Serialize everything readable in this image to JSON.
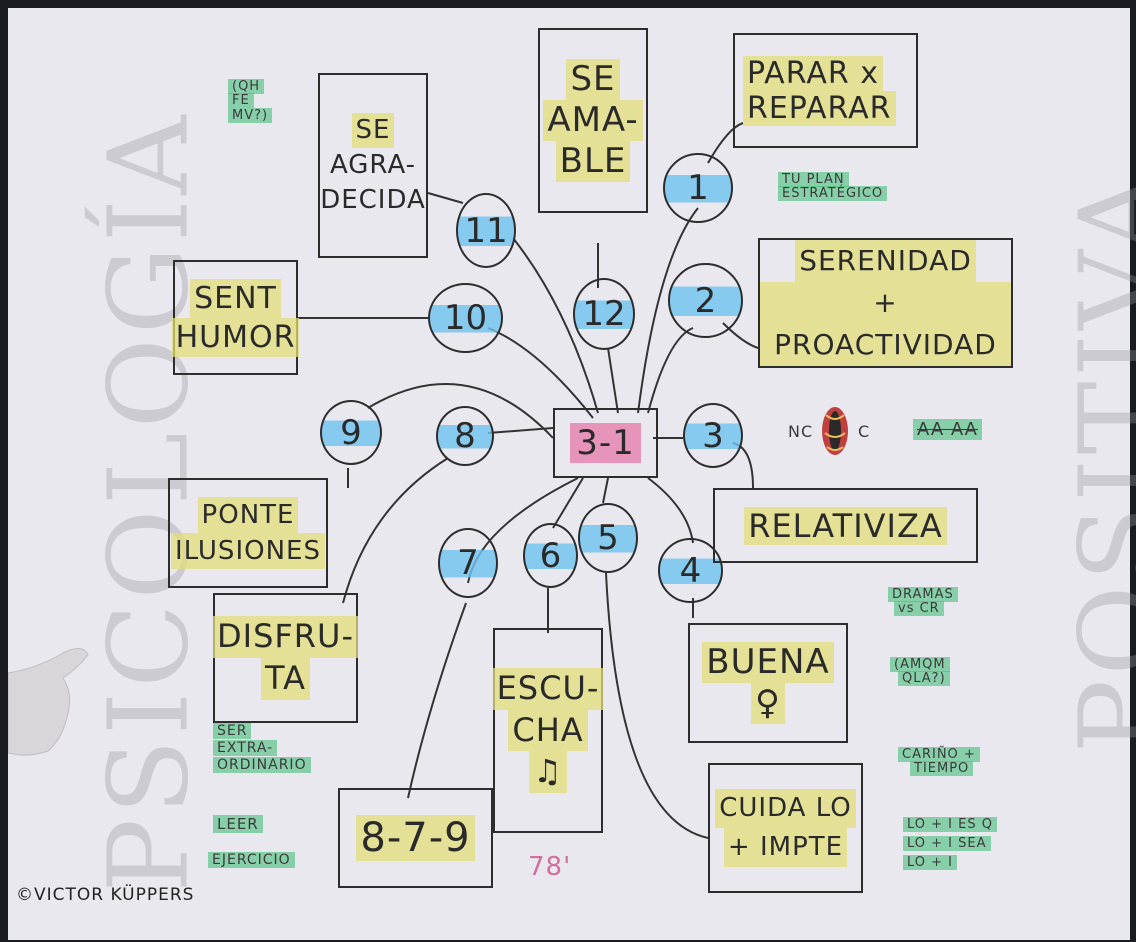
{
  "watermark": {
    "left": "PSICOLOGÍA",
    "right": "POSITIVA"
  },
  "center": {
    "label": "3-1"
  },
  "numbers": [
    "1",
    "2",
    "3",
    "4",
    "5",
    "6",
    "7",
    "8",
    "9",
    "10",
    "11",
    "12"
  ],
  "boxes": {
    "parar": [
      "PARAR x",
      "REPARAR"
    ],
    "se_amable": [
      "SE",
      "AMA-",
      "BLE"
    ],
    "agradecida": [
      "SE",
      "AGRA-",
      "DECIDA"
    ],
    "humor": [
      "SENT",
      "HUMOR"
    ],
    "serenidad": [
      "SERENIDAD",
      "+ PROACTIVIDAD"
    ],
    "relativiza": "RELATIVIZA",
    "ponte": [
      "PONTE",
      "ILUSIONES"
    ],
    "disfruta": [
      "DISFRU-",
      "TA"
    ],
    "escucha": [
      "ESCU-",
      "CHA",
      "♫"
    ],
    "buena": [
      "BUENA",
      "♀"
    ],
    "cuida": [
      "CUIDA LO",
      "+ IMPTE"
    ],
    "formula": "8-7-9"
  },
  "notes": {
    "qh": [
      "(QH",
      "FE",
      "MV?)"
    ],
    "plan": [
      "TU PLAN",
      "ESTRATÉGICO"
    ],
    "nc": "NC",
    "c": "C",
    "aa": "AA AA",
    "dramas": [
      "DRAMAS",
      "vs CR"
    ],
    "amqm": [
      "(AMQM",
      "QLA?)"
    ],
    "carino": [
      "CARIÑO +",
      "TIEMPO"
    ],
    "lo": [
      "LO + I ES Q",
      "LO + I SEA",
      "LO + I"
    ],
    "ser": [
      "SER",
      "EXTRA-",
      "ORDINARIO"
    ],
    "leer": "LEER",
    "ejercicio": "EJERCICIO",
    "minutes": "78'",
    "credit": "©VICTOR KÜPPERS"
  },
  "colors": {
    "yellow": "#e2de78",
    "blue": "#6ec3f0",
    "green": "#46be78",
    "pink": "#e678aa"
  }
}
